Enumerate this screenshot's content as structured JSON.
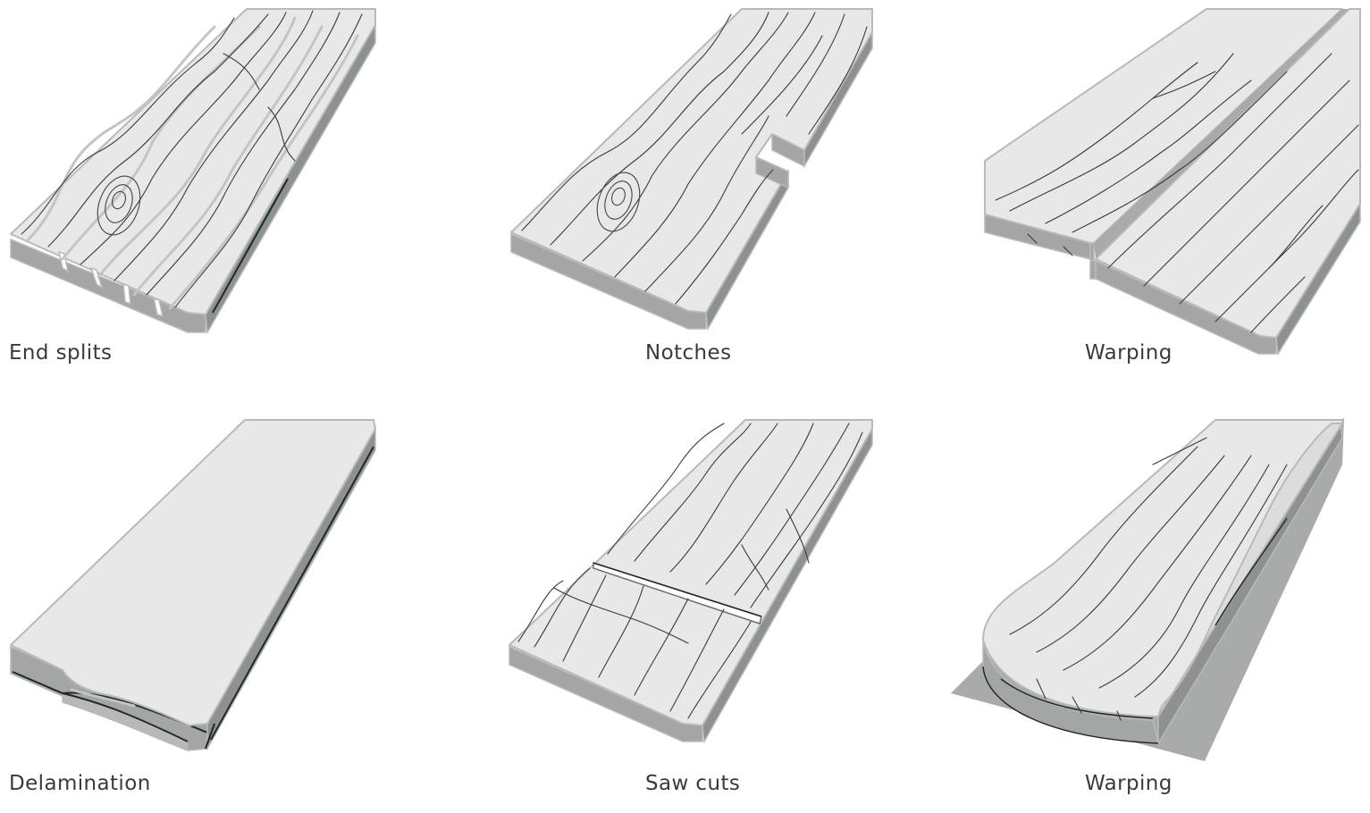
{
  "panels": [
    {
      "caption": "End splits"
    },
    {
      "caption": "Notches"
    },
    {
      "caption": "Warping"
    },
    {
      "caption": "Delamination"
    },
    {
      "caption": "Saw cuts"
    },
    {
      "caption": "Warping"
    }
  ]
}
